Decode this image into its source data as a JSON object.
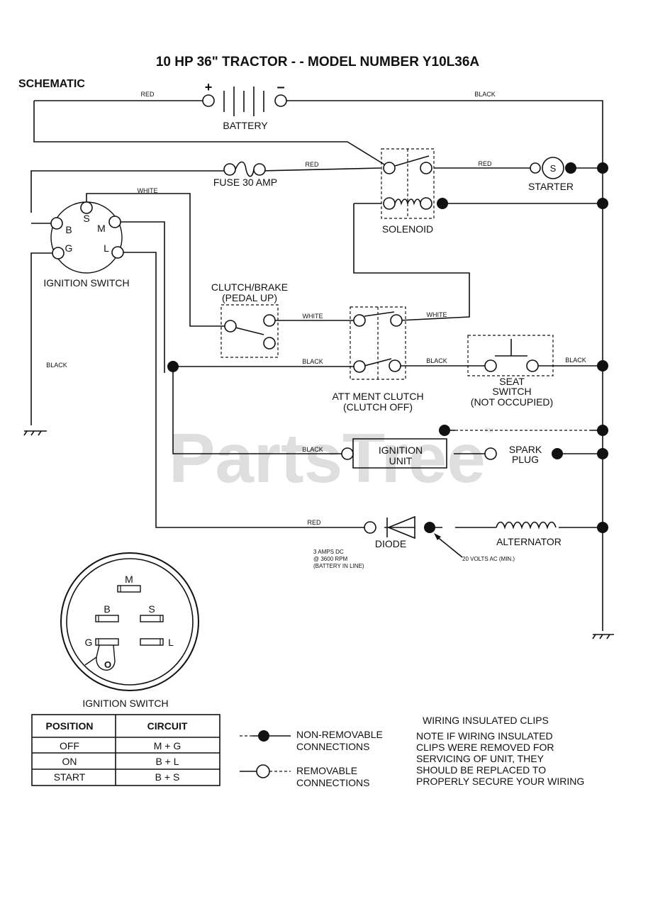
{
  "title": "10 HP 36\" TRACTOR - - MODEL NUMBER Y10L36A",
  "schematic_label": "SCHEMATIC",
  "watermark": "PartsTree",
  "watermark_tm": "TM",
  "components": {
    "battery": "BATTERY",
    "battery_plus": "+",
    "battery_minus": "–",
    "fuse": "FUSE 30 AMP",
    "solenoid": "SOLENOID",
    "starter": "STARTER",
    "starter_s": "S",
    "ignition_switch": "IGNITION SWITCH",
    "switch_b": "B",
    "switch_s": "S",
    "switch_m": "M",
    "switch_g": "G",
    "switch_l": "L",
    "clutch_brake_1": "CLUTCH/BRAKE",
    "clutch_brake_2": "(PEDAL UP)",
    "attment_clutch_1": "ATT MENT CLUTCH",
    "attment_clutch_2": "(CLUTCH OFF)",
    "seat_switch_1": "SEAT",
    "seat_switch_2": "SWITCH",
    "seat_switch_3": "(NOT OCCUPIED)",
    "ignition_unit_1": "IGNITION",
    "ignition_unit_2": "UNIT",
    "spark_plug_1": "SPARK",
    "spark_plug_2": "PLUG",
    "diode": "DIODE",
    "alternator": "ALTERNATOR",
    "diode_note_1": "3 AMPS DC",
    "diode_note_2": "@ 3600 RPM",
    "diode_note_3": "(BATTERY IN LINE)",
    "alt_note": "20 VOLTS AC (MIN.)"
  },
  "wire_labels": {
    "red": "RED",
    "black": "BLACK",
    "white": "WHITE"
  },
  "switch_face": {
    "label": "IGNITION SWITCH",
    "m": "M",
    "b": "B",
    "s": "S",
    "g": "G",
    "l": "L",
    "o": "O"
  },
  "table": {
    "headers": [
      "POSITION",
      "CIRCUIT"
    ],
    "rows": [
      [
        "OFF",
        "M + G"
      ],
      [
        "ON",
        "B + L"
      ],
      [
        "START",
        "B + S"
      ]
    ]
  },
  "legend": {
    "non_removable_1": "NON-REMOVABLE",
    "non_removable_2": "CONNECTIONS",
    "removable_1": "REMOVABLE",
    "removable_2": "CONNECTIONS"
  },
  "note": {
    "heading": "WIRING INSULATED CLIPS",
    "lines": [
      "NOTE  IF WIRING INSULATED",
      "CLIPS WERE REMOVED FOR",
      "SERVICING OF UNIT, THEY",
      "SHOULD BE REPLACED TO",
      "PROPERLY SECURE YOUR WIRING"
    ]
  }
}
